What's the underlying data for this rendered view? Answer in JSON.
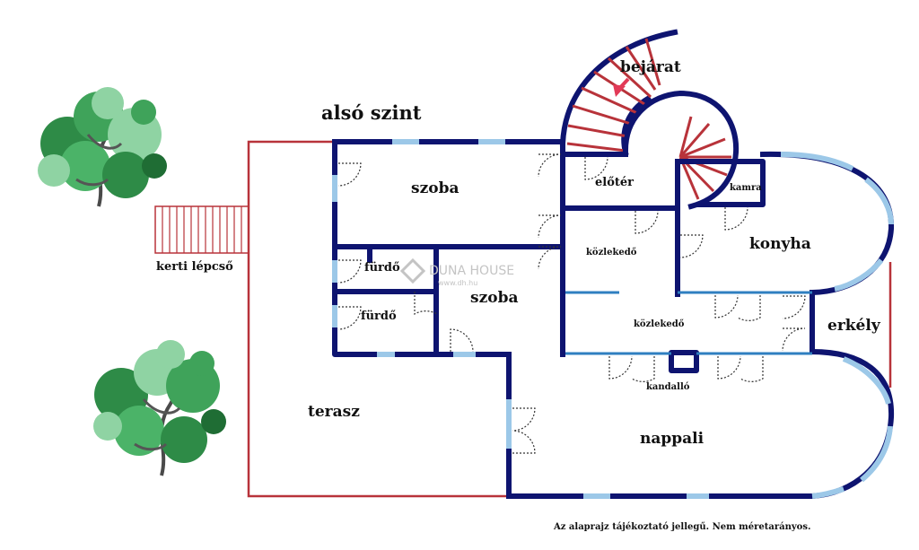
{
  "title": "alsó szint",
  "disclaimer": "Az alaprajz tájékoztató jellegű. Nem méretarányos.",
  "watermark": {
    "brand": "DUNA HOUSE",
    "url": "www.dh.hu"
  },
  "rooms": {
    "bejarat": "bejárat",
    "eloter": "előtér",
    "kamra": "kamra",
    "szoba1": "szoba",
    "furdo1": "fürdő",
    "furdo2": "fürdő",
    "szoba2": "szoba",
    "kozlekedo1": "közlekedő",
    "konyha": "konyha",
    "kozlekedo2": "közlekedő",
    "erkely": "erkély",
    "kandallo": "kandalló",
    "terasz": "terasz",
    "nappali": "nappali",
    "kerti_lepcso": "kerti lépcső"
  },
  "colors": {
    "wall": "#0e1470",
    "window": "#9cc8e8",
    "outline": "#b8333a",
    "tree_dark": "#2e8b47",
    "tree_light": "#8fd3a3"
  }
}
